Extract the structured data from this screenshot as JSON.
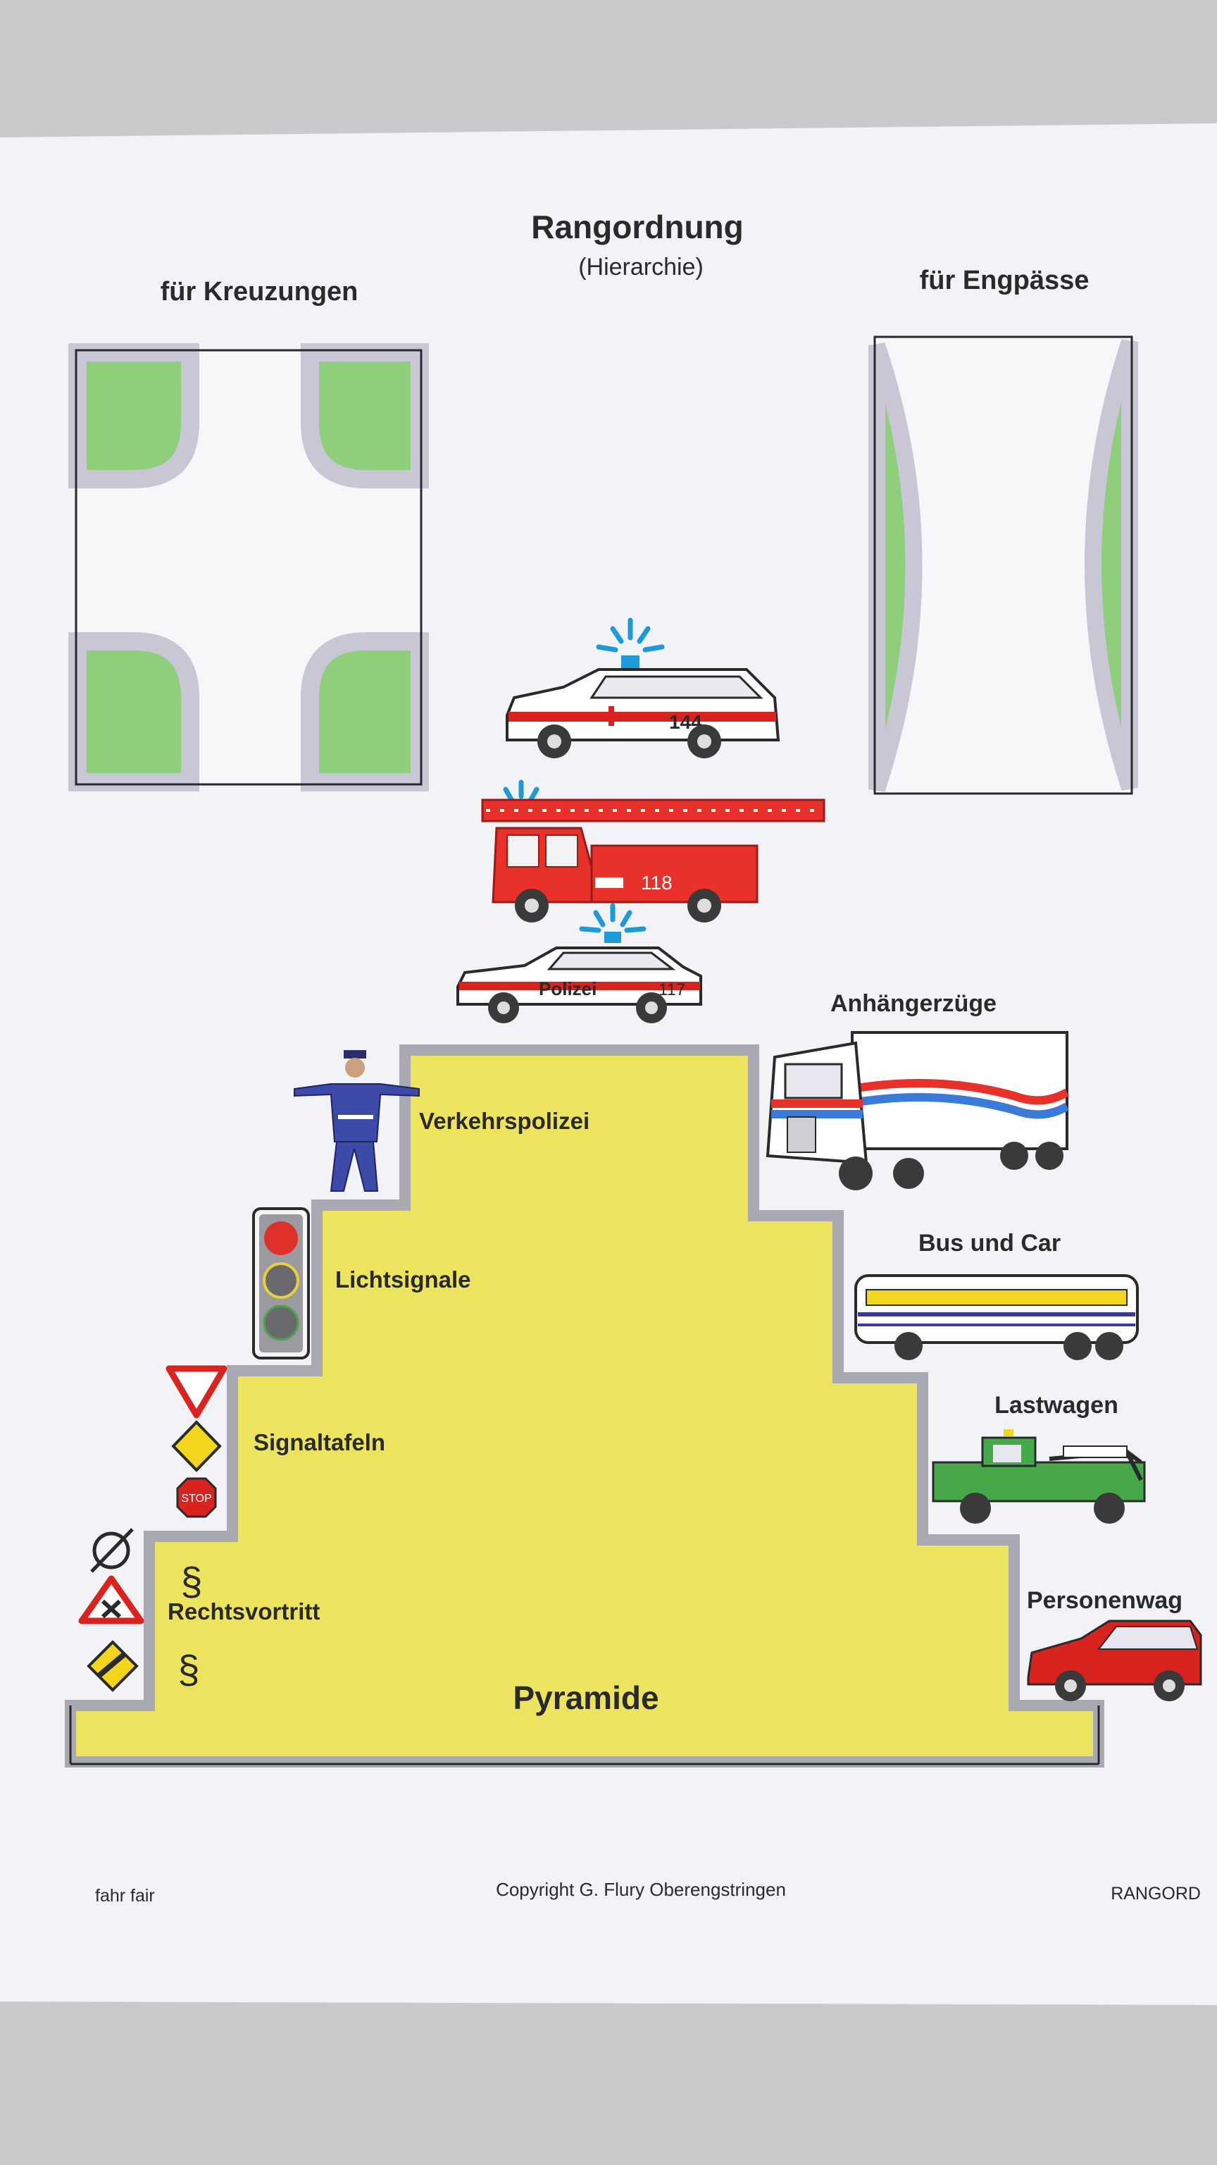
{
  "header": {
    "title": "Rangordnung",
    "subtitle": "(Hierarchie)",
    "left_heading": "für Kreuzungen",
    "right_heading": "für Engpässe"
  },
  "pyramid": {
    "label": "Pyramide",
    "left_steps": [
      {
        "label": "Verkehrspolizei"
      },
      {
        "label": "Lichtsignale"
      },
      {
        "label": "Signaltafeln"
      },
      {
        "label": "Rechtsvortritt"
      }
    ],
    "right_steps": [
      {
        "label": "Anhängerzüge"
      },
      {
        "label": "Bus und Car"
      },
      {
        "label": "Lastwagen"
      },
      {
        "label": "Personenwag"
      }
    ],
    "top_vehicles": {
      "ambulance_number": "144",
      "fire_truck_number": "118",
      "police_text": "Polizei",
      "police_number": "117"
    },
    "symbols": {
      "paragraph": "§",
      "stop": "STOP"
    }
  },
  "colors": {
    "pyramid_fill": "#ece45e",
    "pyramid_edge": "#a9a9b3",
    "grass": "#8fcf7c",
    "road_edge": "#c9c6d6",
    "siren_blue": "#1f9ad8",
    "vehicle_red": "#d8231e"
  },
  "footer": {
    "left": "fahr fair",
    "center": "Copyright  G. Flury Oberengstringen",
    "right": "RANGORD"
  }
}
